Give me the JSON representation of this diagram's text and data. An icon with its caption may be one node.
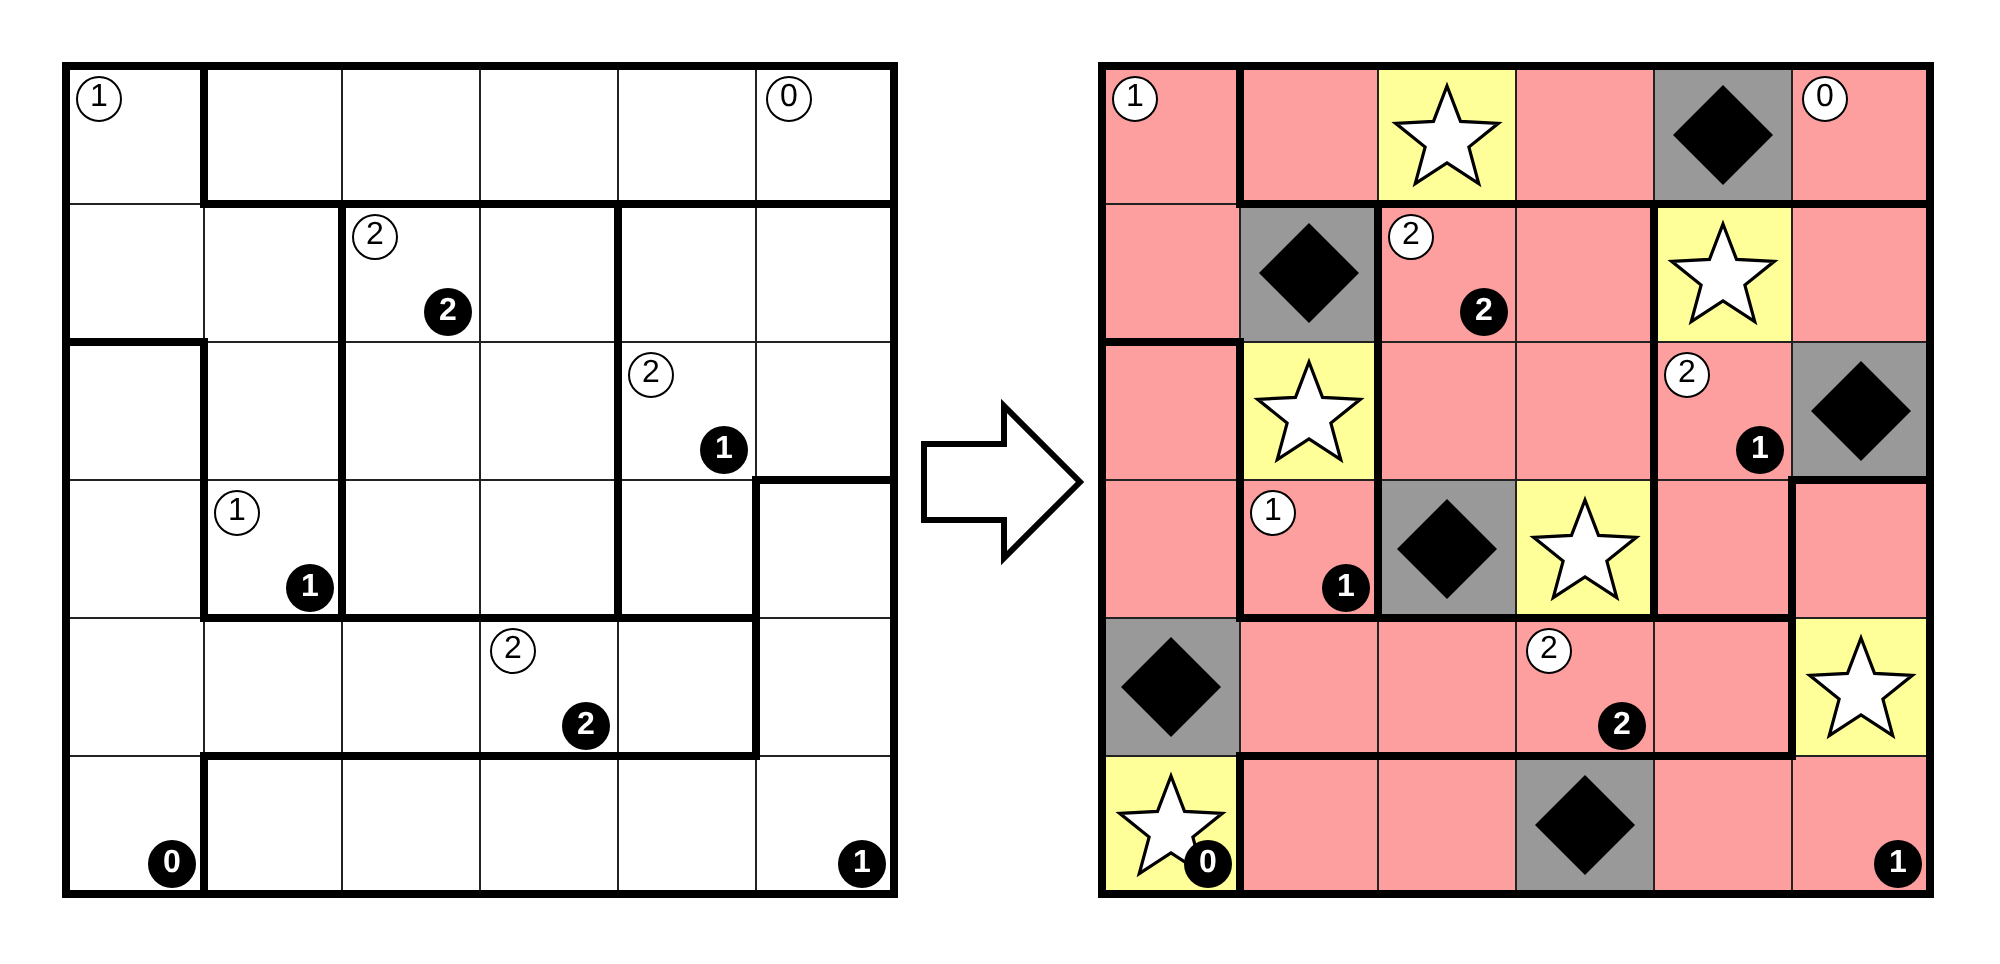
{
  "diagram": {
    "nodes": [
      {
        "text": [
          "1",
          "0",
          "2",
          "2",
          "2",
          "1",
          "1",
          "1",
          "2",
          "2",
          "0",
          "1"
        ]
      },
      {
        "text": [
          "1",
          "0",
          "2",
          "2",
          "2",
          "1",
          "1",
          "1",
          "2",
          "2",
          "0",
          "1"
        ]
      }
    ],
    "edges": [
      {
        "from": 0,
        "to": 1,
        "arrow": "to"
      }
    ]
  }
}
